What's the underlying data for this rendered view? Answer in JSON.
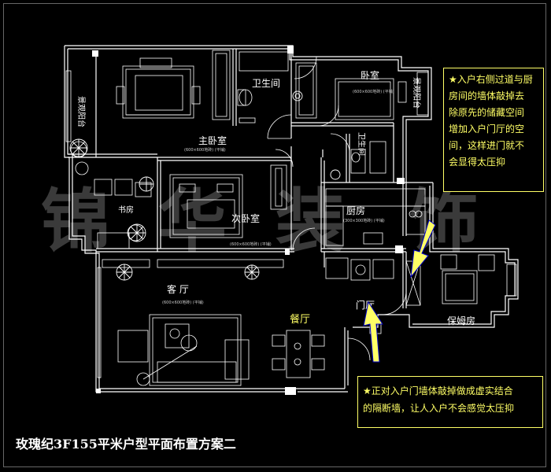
{
  "title": "玫瑰纪3F155平米户型平面布置方案二",
  "watermark": "锦华装饰",
  "rooms": {
    "master_bedroom": "主卧室",
    "master_bedroom_note": "(600×600地砖)  (平铺)",
    "bathroom_top": "卫生间",
    "bedroom_right": "卧室",
    "bedroom_right_note": "(600×600地砖)  (平铺)",
    "bathroom_right": "卫生间",
    "balcony_left_top": "景观阳台",
    "balcony_right_top": "景观阳台",
    "study": "书房",
    "second_bedroom": "次卧室",
    "second_bedroom_note": "(600×600地砖)  (平铺)",
    "kitchen": "厨房",
    "kitchen_note": "(300×300地砖)  (平铺)",
    "living_room": "客  厅",
    "living_room_note": "(600×600地砖)  (平铺)",
    "dining_room": "餐厅",
    "entry": "门厅",
    "nanny_room": "保姆房"
  },
  "notes": {
    "right": [
      "★入户右侧过道与厨",
      "房间的墙体敲掉去",
      "除原先的储藏空间",
      "增加入户门厅的空",
      "间，这样进门就不",
      "会显得太压抑"
    ],
    "bottom": [
      "★正对入户门墙体敲掉做成虚实结合",
      "的隔断墙，让人入户不会感觉太压抑"
    ]
  },
  "colors": {
    "background": "#000000",
    "wall": "#ffffff",
    "annotation": "#ffff66",
    "arrow_fill": "#ffff66",
    "arrow_stroke": "#0000cc",
    "watermark": "#3a3a3a"
  }
}
